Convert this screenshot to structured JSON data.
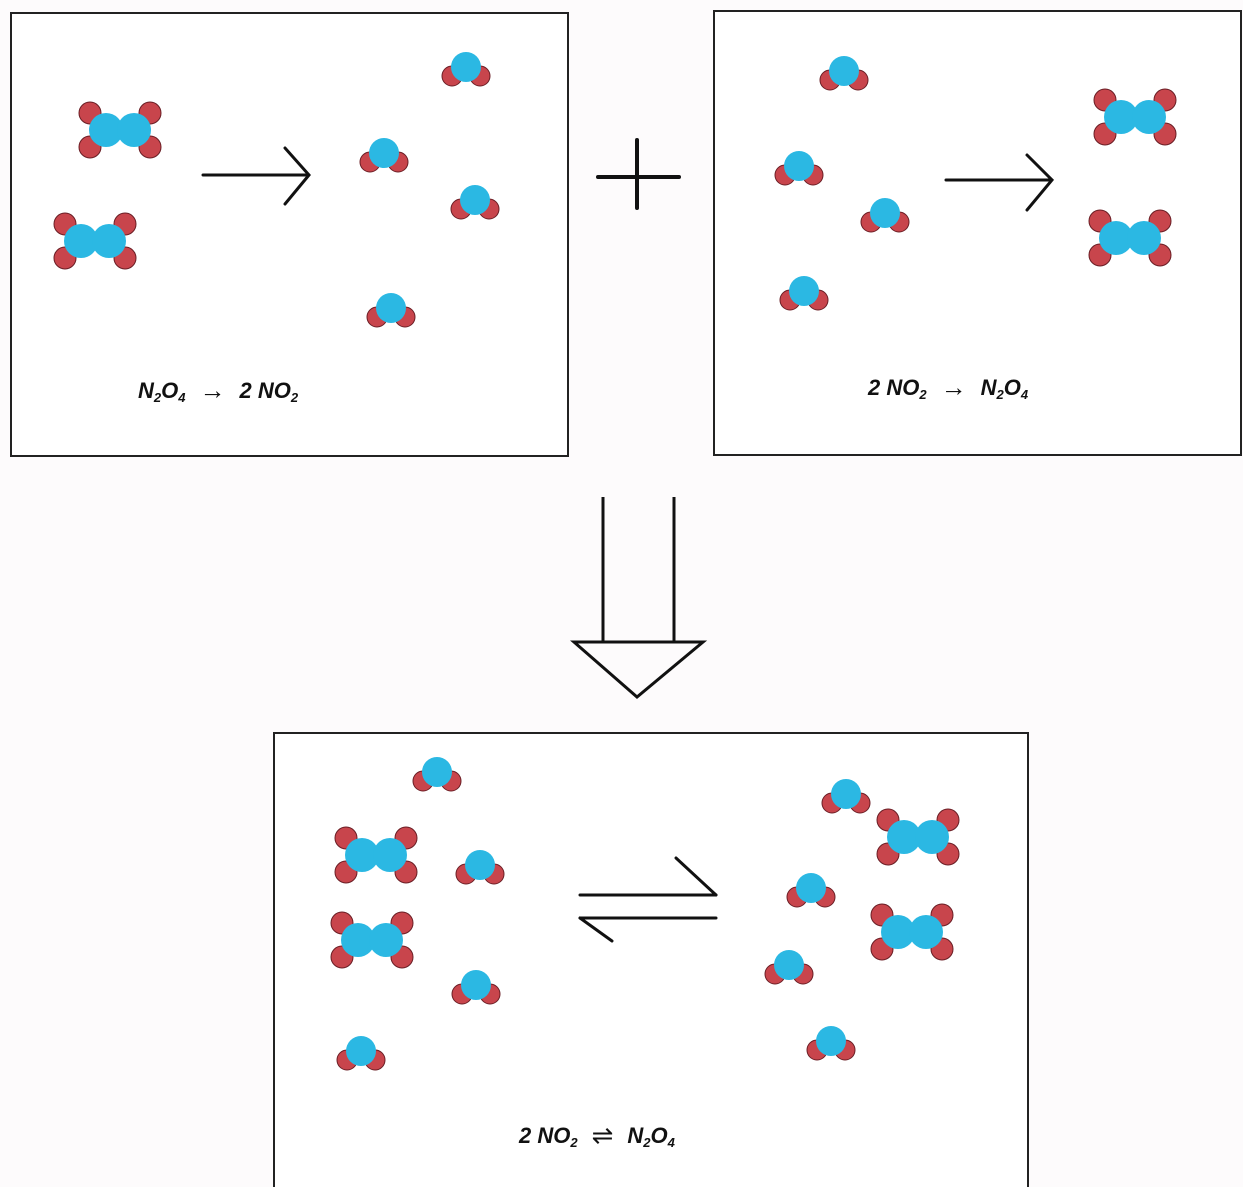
{
  "colors": {
    "nitrogen": "#2bb8e3",
    "oxygen": "#c8454c",
    "frame": "#222222",
    "background": "#fdfbfc"
  },
  "panel_forward": {
    "equation": {
      "left": "N",
      "left_sub1": "2",
      "left_mid": "O",
      "left_sub2": "4",
      "arrow": "→",
      "right": "2 NO",
      "right_sub": "2"
    }
  },
  "plus_symbol": "+",
  "panel_reverse": {
    "equation": {
      "left": "2 NO",
      "left_sub": "2",
      "arrow": "→",
      "right": "N",
      "right_sub1": "2",
      "right_mid": "O",
      "right_sub2": "4"
    }
  },
  "panel_equilibrium": {
    "equation": {
      "left": "2 NO",
      "left_sub": "2",
      "arrow": "⇌",
      "right": "N",
      "right_sub1": "2",
      "right_mid": "O",
      "right_sub2": "4"
    }
  },
  "icons": [
    "no2-molecule-icon",
    "n2o4-molecule-icon",
    "reaction-arrow-icon",
    "equilibrium-arrow-icon",
    "double-down-arrow-icon",
    "plus-icon"
  ]
}
